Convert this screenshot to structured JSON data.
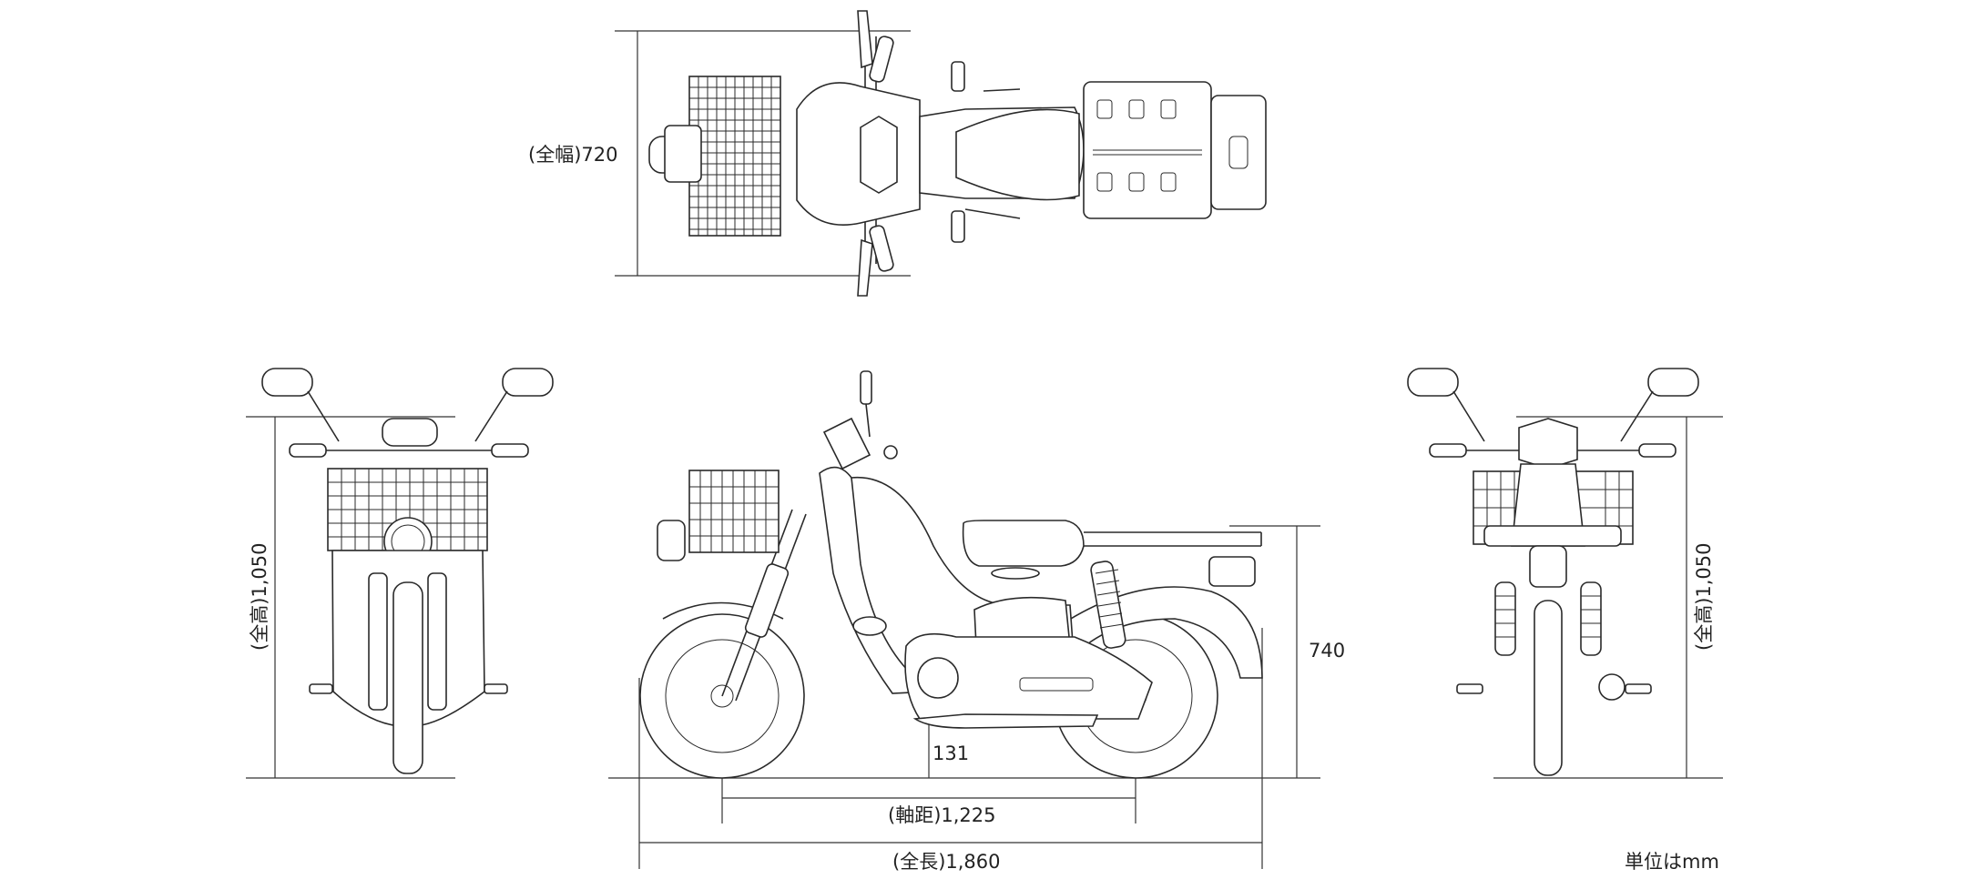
{
  "dimensions": {
    "overall_width": "(全幅)720",
    "overall_height_left": "(全高)1,050",
    "overall_height_right": "(全高)1,050",
    "seat_height": "740",
    "ground_clearance": "131",
    "wheelbase": "(軸距)1,225",
    "overall_length": "(全長)1,860"
  },
  "unit_note": "単位はmm",
  "views": [
    "top-view",
    "front-view",
    "side-view",
    "rear-view"
  ]
}
